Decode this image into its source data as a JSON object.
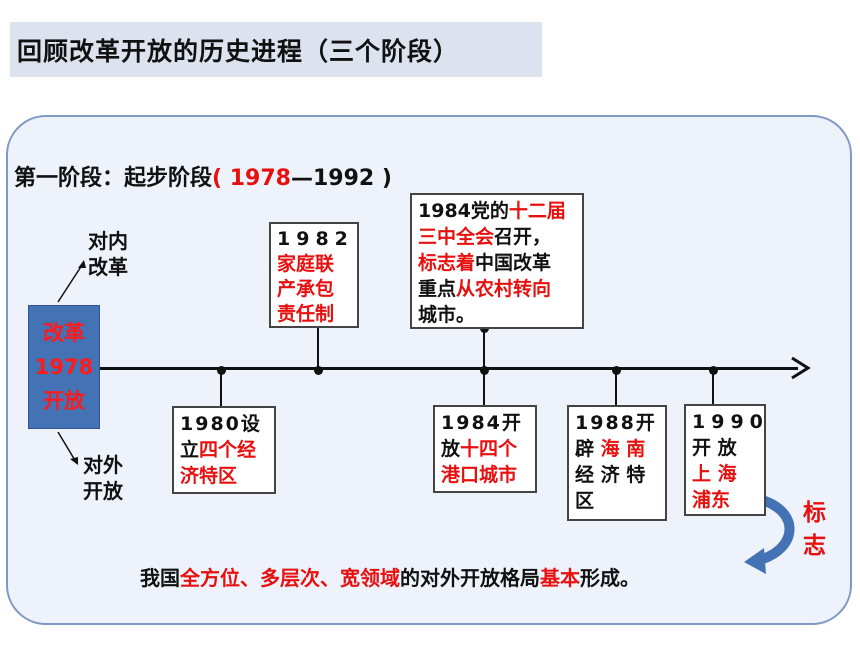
{
  "title": "回顾改革开放的历史进程（三个阶段）",
  "stage": {
    "prefix": "第一阶段：起步阶段",
    "range_open": "( ",
    "start_year": "1978",
    "range_sep": "—1992 )"
  },
  "center": {
    "l1": "改革",
    "l2": "1978",
    "l3": "开放"
  },
  "inner": {
    "l1": "对内",
    "l2": "改革"
  },
  "outer": {
    "l1": "对外",
    "l2": "开放"
  },
  "e1982": {
    "year": "1982",
    "l1": "家庭联",
    "l2": "产承包",
    "l3": "责任制"
  },
  "e1984top": {
    "l1a": "1984党的",
    "l1b": "十二届",
    "l2a": "三中全会",
    "l2b": "召开，",
    "l3a": "标志着",
    "l3b": "中国改革",
    "l4a": "重点",
    "l4b": "从农村转向",
    "l5": "城市。"
  },
  "e1980": {
    "l1": "1980设",
    "l2a": "立",
    "l2b": "四个经",
    "l3": "济特区"
  },
  "e1984b": {
    "l1": "1984开",
    "l2a": "放",
    "l2b": "十四个",
    "l3": "港口城市"
  },
  "e1988": {
    "l1": "1988开",
    "l2a": "辟",
    "l2b": "海 南",
    "l3": "经 济 特",
    "l4": "区"
  },
  "e1990": {
    "l1": "1990",
    "l2": "开 放",
    "l3": "上 海",
    "l4": "浦东"
  },
  "sign": {
    "l1": "标",
    "l2": "志"
  },
  "summary": {
    "a": "我国",
    "b": "全方位、多层次、宽领域",
    "c": "的对外开放格局",
    "d": "基本",
    "e": "形成。"
  },
  "colors": {
    "accent": "#e8100f",
    "center_fill": "#4372b5",
    "panel_border": "#7f98c4"
  }
}
